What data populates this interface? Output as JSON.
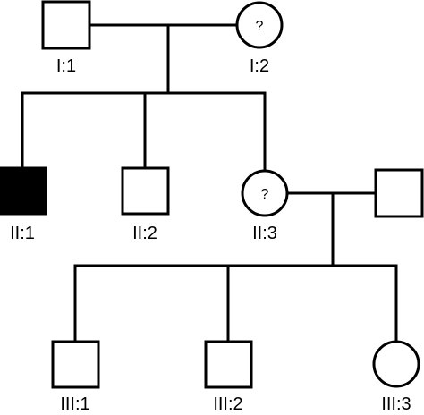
{
  "diagram": {
    "colors": {
      "line": "#000000",
      "affected_fill": "#000000",
      "unaffected_fill": "#ffffff"
    },
    "individuals": [
      {
        "id": "I:1",
        "label": "I:1",
        "sex": "male",
        "affected": false,
        "mark": ""
      },
      {
        "id": "I:2",
        "label": "I:2",
        "sex": "female",
        "affected": false,
        "mark": "?"
      },
      {
        "id": "II:1",
        "label": "II:1",
        "sex": "male",
        "affected": true,
        "mark": ""
      },
      {
        "id": "II:2",
        "label": "II:2",
        "sex": "male",
        "affected": false,
        "mark": ""
      },
      {
        "id": "II:3",
        "label": "II:3",
        "sex": "female",
        "affected": false,
        "mark": "?"
      },
      {
        "id": "II:spouse",
        "label": "",
        "sex": "male",
        "affected": false,
        "mark": ""
      },
      {
        "id": "III:1",
        "label": "III:1",
        "sex": "male",
        "affected": false,
        "mark": ""
      },
      {
        "id": "III:2",
        "label": "III:2",
        "sex": "male",
        "affected": false,
        "mark": ""
      },
      {
        "id": "III:3",
        "label": "III:3",
        "sex": "female",
        "affected": false,
        "mark": ""
      }
    ],
    "matings": [
      {
        "partners": [
          "I:1",
          "I:2"
        ],
        "children": [
          "II:1",
          "II:2",
          "II:3"
        ]
      },
      {
        "partners": [
          "II:3",
          "II:spouse"
        ],
        "children": [
          "III:1",
          "III:2",
          "III:3"
        ]
      }
    ]
  }
}
